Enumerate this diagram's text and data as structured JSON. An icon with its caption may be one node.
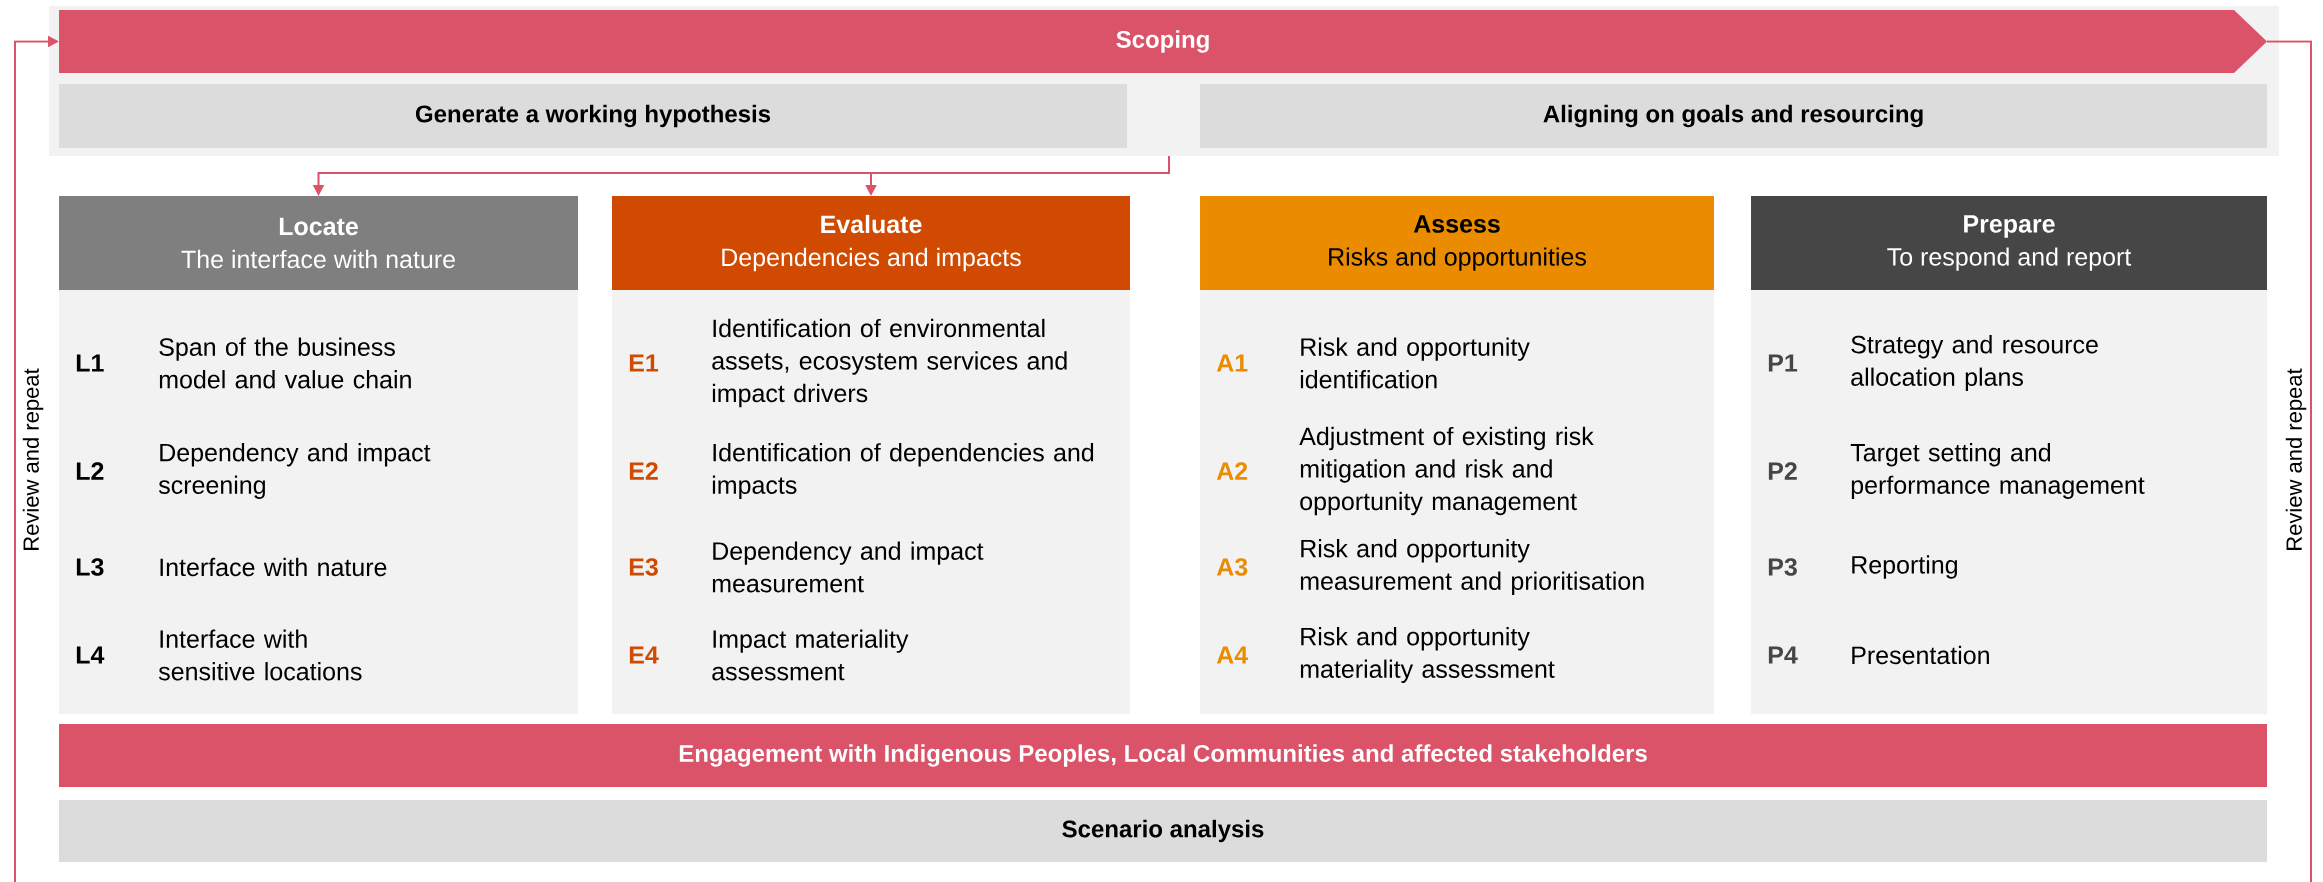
{
  "diagram": {
    "nodes": [
      {
        "text": [],
        "shape": "box"
      },
      {
        "text": [
          "Scoping"
        ],
        "in": 0
      },
      {
        "text": [
          "Generate a working hypothesis"
        ],
        "in": 0
      },
      {
        "text": [
          "Aligning on goals and resourcing"
        ],
        "in": 0
      },
      {
        "text": [
          "Locate",
          "The interface with nature"
        ]
      },
      {
        "text": [
          "L1",
          "Span of the business model and value chain",
          "L2",
          "Dependency and impact screening",
          "L3",
          "Interface with nature",
          "L4",
          "Interface with sensitive locations"
        ]
      },
      {
        "text": [
          "Evaluate",
          "Dependencies and impacts"
        ]
      },
      {
        "text": [
          "E1",
          "Identification of environmental assets, ecosystem services and impact drivers",
          "E2",
          "Identification of dependencies and impacts",
          "E3",
          "Dependency and impact measurement",
          "E4",
          "Impact materiality assessment"
        ]
      },
      {
        "text": [
          "Assess",
          "Risks and opportunities"
        ]
      },
      {
        "text": [
          "A1",
          "Risk and opportunity identification",
          "A2",
          "Adjustment of existing risk mitigation and risk and opportunity management",
          "A3",
          "Risk and opportunity measurement and prioritisation",
          "A4",
          "Risk and opportunity materiality assessment"
        ]
      },
      {
        "text": [
          "Prepare",
          "To respond and report"
        ]
      },
      {
        "text": [
          "P1",
          "Strategy and resource allocation plans",
          "P2",
          "Target setting and performance management",
          "P3",
          "Reporting",
          "P4",
          "Presentation"
        ]
      },
      {
        "text": [
          "Engagement with Indigenous Peoples, Local Communities and affected stakeholders"
        ]
      },
      {
        "text": [
          "Scenario analysis"
        ]
      }
    ],
    "edges": [
      {
        "from": 0,
        "to": 4,
        "arrow": "to"
      },
      {
        "from": 0,
        "to": 6,
        "arrow": "to"
      },
      {
        "from": 1,
        "to": null,
        "arrow": "none",
        "label": "Review and repeat"
      },
      {
        "from": null,
        "to": 1,
        "arrow": "to",
        "label": "Review and repeat"
      }
    ]
  }
}
